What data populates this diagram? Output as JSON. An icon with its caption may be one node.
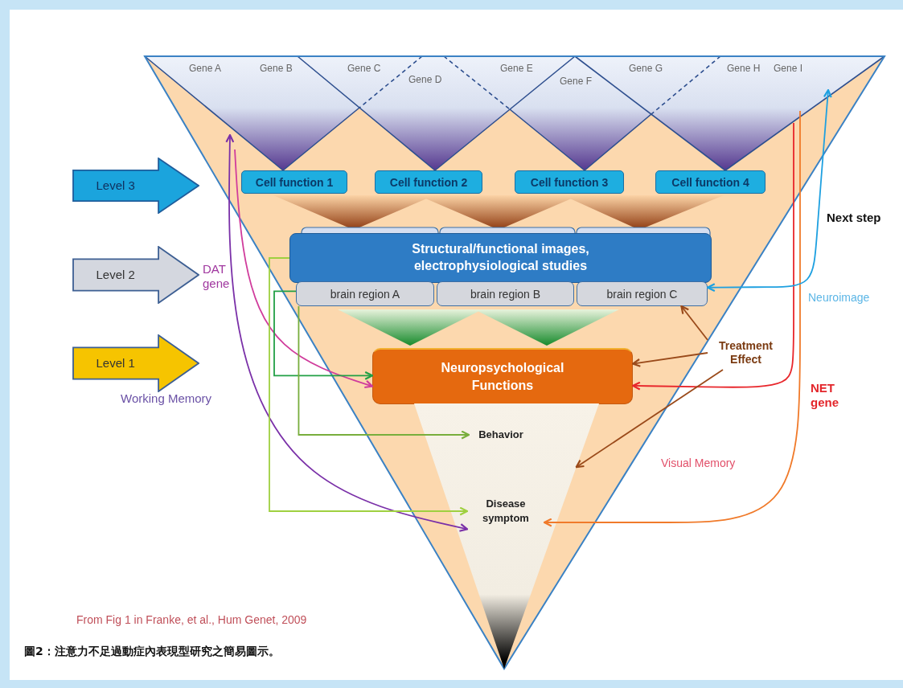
{
  "diagram": {
    "caption": "圖2：注意力不足過動症內表現型研究之簡易圖示。",
    "nodes": [
      {
        "text": [
          "Level 3"
        ]
      },
      {
        "text": [
          "Cell function 1"
        ]
      },
      {
        "text": [
          "Cell function 2"
        ]
      },
      {
        "text": [
          "Cell function 3"
        ]
      },
      {
        "text": [
          "Cell function 4"
        ]
      },
      {
        "text": [
          "Level 2"
        ]
      },
      {
        "text": [
          "Structural/functional images, electrophysiological studies"
        ]
      },
      {
        "text": [
          "brain region A"
        ]
      },
      {
        "text": [
          "brain region B"
        ]
      },
      {
        "text": [
          "brain region C"
        ]
      },
      {
        "text": [
          "Treatment Effect"
        ]
      },
      {
        "text": [
          "Level 1"
        ]
      },
      {
        "text": [
          "Neuropsychological Functions"
        ]
      },
      {
        "text": [],
        "shape": "triangle"
      },
      {
        "text": [
          "Behavior"
        ],
        "in": 13
      },
      {
        "text": [
          "Disease symptom"
        ],
        "in": 13
      }
    ],
    "edges": [
      {
        "from": null,
        "to": 15,
        "arrow": "both",
        "color": "#7a30a8"
      },
      {
        "from": null,
        "to": 12,
        "arrow": "to",
        "color": "#d03c9c"
      },
      {
        "from": 7,
        "to": 12,
        "arrow": "to",
        "color": "#22a045"
      },
      {
        "from": 7,
        "to": 14,
        "arrow": "to",
        "color": "#78ae3c"
      },
      {
        "from": 6,
        "to": 15,
        "arrow": "to",
        "color": "#9fd040"
      },
      {
        "from": null,
        "to": 12,
        "arrow": "to",
        "color": "#e8262b"
      },
      {
        "from": null,
        "to": 15,
        "arrow": "to",
        "color": "#f07a2a"
      },
      {
        "from": null,
        "to": 9,
        "arrow": "both",
        "color": "#1ea0e0"
      },
      {
        "from": 10,
        "to": 9,
        "arrow": "to",
        "color": "#9a4a1a"
      },
      {
        "from": 10,
        "to": 12,
        "arrow": "to",
        "color": "#9a4a1a"
      },
      {
        "from": 10,
        "to": 13,
        "arrow": "to",
        "color": "#9a4a1a"
      }
    ],
    "labels": [
      "Gene A",
      "Gene B",
      "Gene C",
      "Gene D",
      "Gene E",
      "Gene F",
      "Gene G",
      "Gene H",
      "Gene I",
      "Next step",
      "DAT gene",
      "Neuroimage",
      "NET gene",
      "Working Memory",
      "Visual Memory",
      "From Fig 1 in Franke, et al., Hum Genet, 2009"
    ]
  }
}
